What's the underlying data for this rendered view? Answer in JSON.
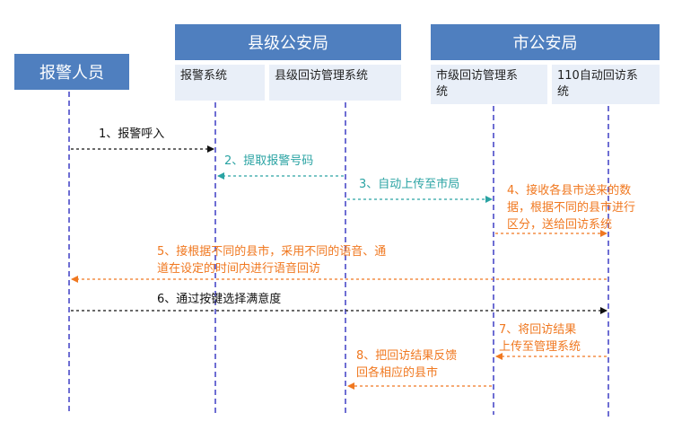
{
  "actors": {
    "caller": "报警人员",
    "county": "县级公安局",
    "city": "市公安局"
  },
  "systems": {
    "alarm": "报警系统",
    "county_followup": "县级回访管理系统",
    "city_followup_l1": "市级回访管理系",
    "city_followup_l2": "统",
    "auto110_l1": "110自动回访系",
    "auto110_l2": "统"
  },
  "steps": {
    "s1": "1、报警呼入",
    "s2": "2、提取报警号码",
    "s3": "3、自动上传至市局",
    "s4_l1": "4、接收各县市送来的数",
    "s4_l2": "据，根据不同的县市进行",
    "s4_l3": "区分，送给回访系统",
    "s5_l1": "5、接根据不同的县市，采用不同的语音、通",
    "s5_l2": "道在设定的时间内进行语音回访",
    "s6": "6、通过按键选择满意度",
    "s7_l1": "7、将回访结果",
    "s7_l2": "上传至管理系统",
    "s8_l1": "8、把回访结果反馈",
    "s8_l2": "回各相应的县市"
  },
  "colors": {
    "header_blue": "#4f7fbf",
    "lifeline": "#4a4ac8",
    "black": "#111111",
    "teal": "#2aa3a3",
    "orange": "#f07820"
  }
}
